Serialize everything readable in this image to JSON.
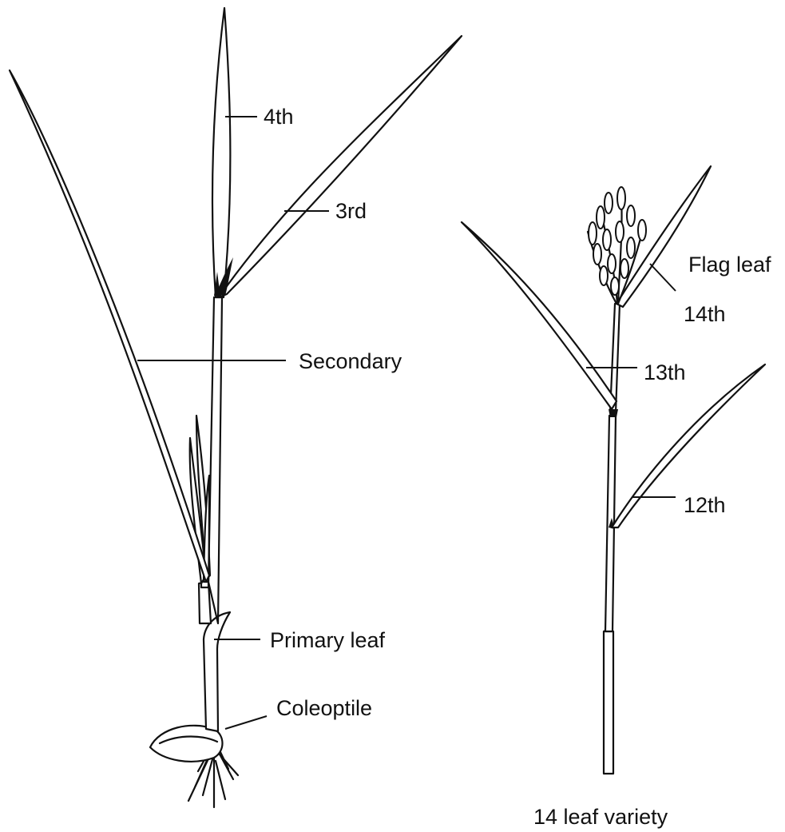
{
  "labels": {
    "fourth": "4th",
    "third": "3rd",
    "secondary": "Secondary",
    "primary": "Primary leaf",
    "coleoptile": "Coleoptile",
    "flag": "Flag leaf",
    "fourteenth": "14th",
    "thirteenth": "13th",
    "twelfth": "12th",
    "variety": "14 leaf variety"
  }
}
